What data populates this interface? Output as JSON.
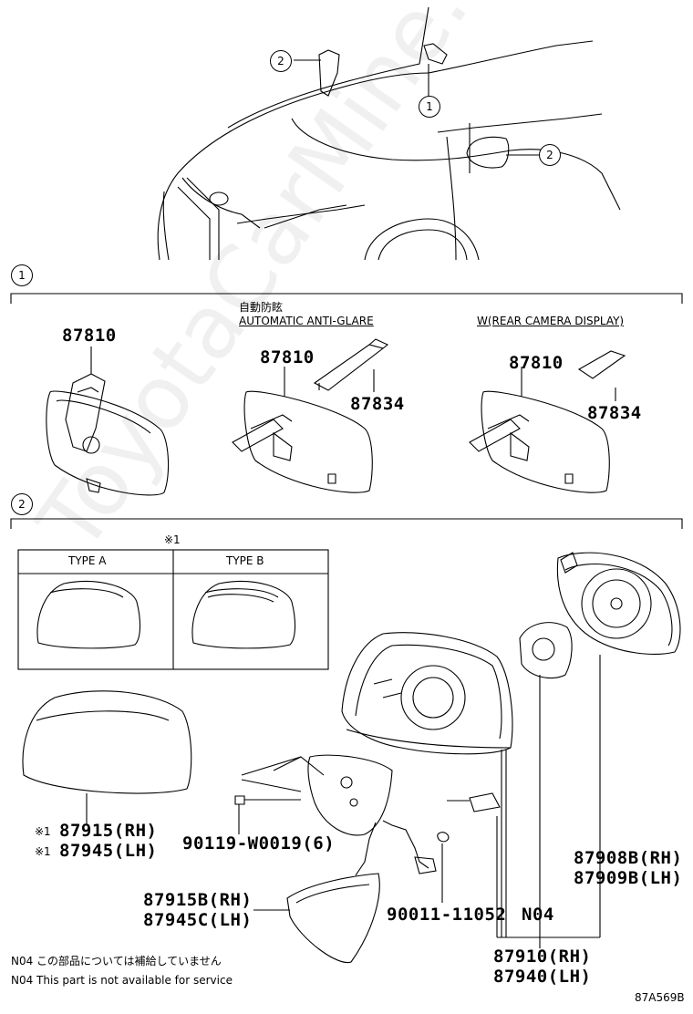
{
  "callouts": {
    "one": "1",
    "two": "2"
  },
  "section1": {
    "auto_antiglare_jp": "自動防眩",
    "auto_antiglare_en": "AUTOMATIC ANTI-GLARE",
    "rear_camera": "W(REAR CAMERA DISPLAY)",
    "part_mirror_a": "87810",
    "part_mirror_b": "87810",
    "part_mirror_c": "87810",
    "part_cover_b": "87834",
    "part_cover_c": "87834"
  },
  "section2": {
    "note_mark": "※1",
    "type_a": "TYPE A",
    "type_b": "TYPE B",
    "cover_mark_1": "※1",
    "cover_mark_2": "※1",
    "cover_rh": "87915(RH)",
    "cover_lh": "87945(LH)",
    "screw": "90119-W0019(6)",
    "lower_rh": "87915B(RH)",
    "lower_lh": "87945C(LH)",
    "clip": "90011-11052",
    "n04": "N04",
    "glass_rh": "87908B(RH)",
    "glass_lh": "87909B(LH)",
    "assy_rh": "87910(RH)",
    "assy_lh": "87940(LH)"
  },
  "footnotes": {
    "jp": "N04 この部品については補給していません",
    "en": "N04 This part is not available for service"
  },
  "illustration_code": "87A569B",
  "watermark": "ToyotaCarMine.ru"
}
